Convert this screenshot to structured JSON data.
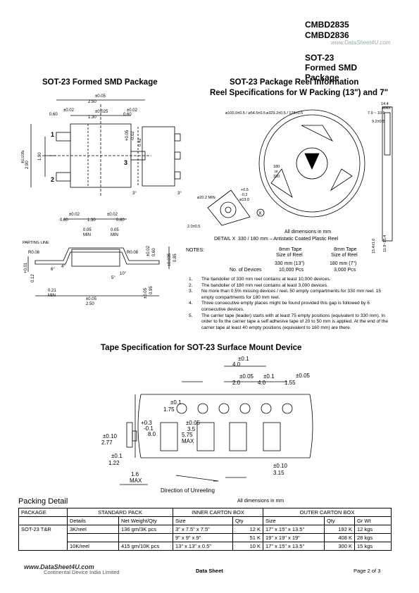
{
  "header": {
    "part1": "CMBD2835",
    "part2": "CMBD2836",
    "watermark": "www.DataSheet4U.com",
    "pkg1": "SOT-23",
    "pkg2": "Formed SMD Package"
  },
  "pkg_section": {
    "title": "SOT-23 Formed SMD Package",
    "dims": [
      "±0.05",
      "2.50",
      "±0.02",
      "±0.025",
      "±0.02",
      "0.60",
      "1.30",
      "0.60",
      "+0.05",
      "-0.02",
      "0.42",
      "±0.035",
      "2.90",
      "1.90",
      "±0.05",
      "0.95",
      "1",
      "2",
      "3",
      "3°",
      "3°",
      "0.60",
      "±0.02",
      "1.30",
      "±0.02",
      "0.60",
      "0.05",
      "MIN",
      "0.05",
      "MIN",
      "PARTING LINE",
      "R0.08",
      "R0.08",
      "+0.01",
      "0.12",
      "-0.02",
      "6°",
      "4°",
      "0.21",
      "MIN",
      "5°",
      "10°",
      "±0.05",
      "2.50",
      "±0.02",
      "0.60",
      "±0.035",
      "0.85",
      "±0.05",
      "0.95"
    ]
  },
  "reel_section": {
    "title": "SOT-23 Package Reel Information",
    "subtitle": "Reel Specifications for W Packing (13\") and 7\"",
    "labels": [
      "ø100.0±0.5 / ø54.5±0.5",
      "ø329.2±0.5 / 178±0.5",
      "14.4",
      "MAX",
      "7.9 ~ 10.9",
      "9.2±0.5",
      "180",
      "or",
      "330",
      "+0.5",
      "-0.2",
      "ø13.0",
      "2.0±0.5",
      "ø20.2 MIN",
      "DETAIL X",
      "X",
      "15.4±1.0",
      "11.9~15.4"
    ],
    "all_dims": "All dimensions in mm",
    "reel_desc": "330 / 180 mm – Antistatic Coated Plastic Reel",
    "notes_label": "NOTES:",
    "tape_headers": [
      "8mm Tape",
      "8mm Tape"
    ],
    "size_label": "Size of Reel",
    "sizes": [
      "330 mm (13\")",
      "180 mm (7\")"
    ],
    "devices_label": "No. of Devices",
    "devices": [
      "10,000 Pcs",
      "3,000 Pcs"
    ],
    "notes": [
      {
        "n": "1.",
        "t": "The bandolier of 330 mm reel contains at least 10,000 devices."
      },
      {
        "n": "2.",
        "t": "The bandolier of 180 mm reel contains at least 3,000 devices."
      },
      {
        "n": "3.",
        "t": "No more than 0.5% missing devices / reel. 50 empty compartments for 330 mm reel. 15 empty compartments for 180 mm reel."
      },
      {
        "n": "4.",
        "t": "Three consecutive empty places might be found provided this gap is followed by 6 consecutive devices."
      },
      {
        "n": "5.",
        "t": "The carrier tape (leader) starts with at least 75 empty positions (equivalent to 330 mm). In order to fix the carrier tape a self adhesive tape of 20 to 50 mm is applied. At the end of the carrier tape at least 40 empty positions (equivalent to 160 mm) are there."
      }
    ]
  },
  "tape_section": {
    "title": "Tape Specification for SOT-23 Surface Mount Device",
    "dims": [
      "±0.1",
      "4.0",
      "±0.05",
      "2.0",
      "±0.1",
      "4.0",
      "±0.05",
      "1.55",
      "±0.1",
      "1.75",
      "+0.3",
      "-0.1",
      "8.0",
      "±0.05",
      "3.5",
      "5.75",
      "MAX",
      "±0.10",
      "2.77",
      "±0.1",
      "1.22",
      "1.6",
      "MAX",
      "±0.10",
      "3.15"
    ],
    "direction": "Direction of Unreeling"
  },
  "packing": {
    "title": "Packing Detail",
    "all_dims": "All dimensions in mm",
    "headers": [
      "PACKAGE",
      "STANDARD PACK",
      "INNER CARTON BOX",
      "OUTER CARTON BOX"
    ],
    "subheaders": [
      "Details",
      "Net Weight/Qty",
      "Size",
      "Qty",
      "Size",
      "Qty",
      "Gr Wt"
    ],
    "package_name": "SOT-23 T&R",
    "rows": [
      {
        "details": "3K/reel",
        "net": "136 gm/3K pcs",
        "isize": "3\" x 7.5\" x 7.5\"",
        "iqty": "12 K",
        "osize": "17\" x 15\" x 13.5\"",
        "oqty": "192 K",
        "ow": "12 kgs"
      },
      {
        "details": "",
        "net": "",
        "isize": "9\" x 9\" x 9\"",
        "iqty": "51 K",
        "osize": "19\" x 19\" x 19\"",
        "oqty": "408 K",
        "ow": "28 kgs"
      },
      {
        "details": "10K/reel",
        "net": "415 gm/10K pcs",
        "isize": "13\" x 13\" x 0.5\"",
        "iqty": "10 K",
        "osize": "17\" x 15\" x 13.5\"",
        "oqty": "300 K",
        "ow": "15 kgs"
      }
    ]
  },
  "footer": {
    "watermark": "www.DataSheet4U.com",
    "company": "Continental Device India Limited",
    "center": "Data Sheet",
    "page": "Page 2 of 3"
  }
}
